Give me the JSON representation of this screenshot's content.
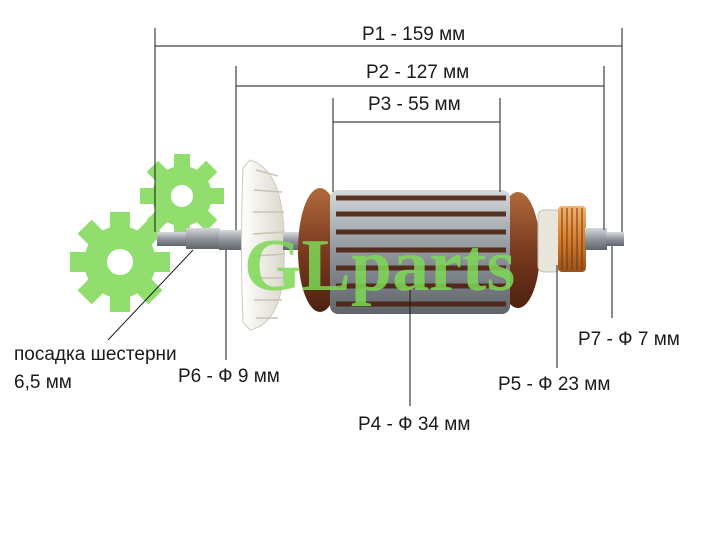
{
  "dimensions": {
    "p1": "P1 - 159 мм",
    "p2": "P2 - 127 мм",
    "p3": "P3 - 55 мм",
    "p4": "P4 - Ф 34 мм",
    "p5": "P5 - Ф 23 мм",
    "p6": "P6 - Ф 9 мм",
    "p7": "P7 - Ф 7 мм"
  },
  "gear_fit": {
    "line1": "посадка шестерни",
    "line2": "6,5 мм"
  },
  "watermark": {
    "text": "GLparts",
    "icon": "gear-logo-icon"
  },
  "colors": {
    "watermark_green": "#7ed957",
    "copper": "#8a4a2a",
    "steel": "#9aa0a6",
    "commutator": "#d98a3a",
    "fan": "#f2efe6"
  }
}
